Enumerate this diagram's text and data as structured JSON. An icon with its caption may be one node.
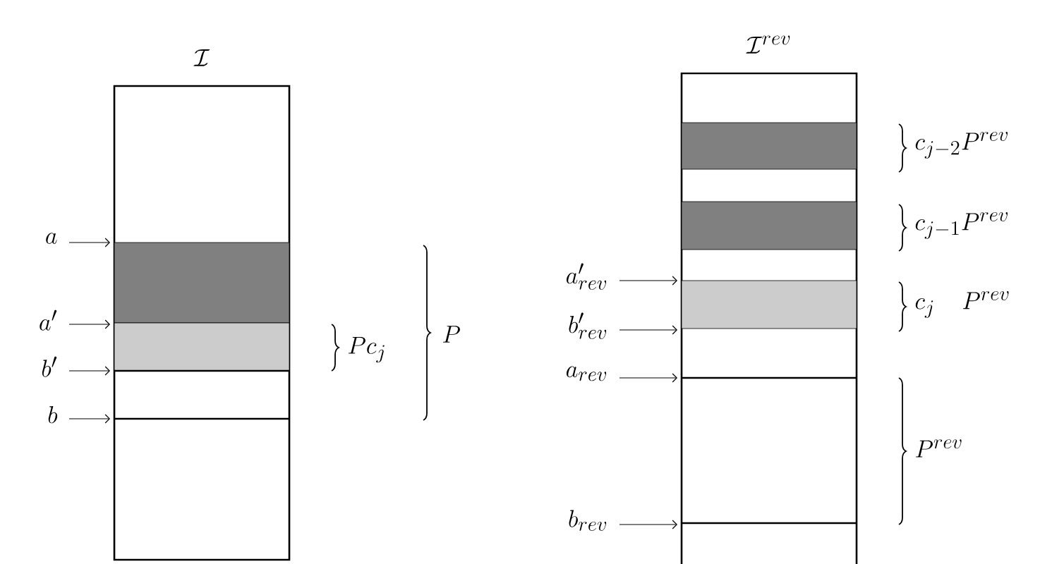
{
  "diagram": {
    "nodes": [
      {
        "text": [
          "\\mathcal{I}"
        ]
      },
      {
        "text": [],
        "shape": "bar",
        "in": 0
      },
      {
        "text": [],
        "shape": "bar",
        "in": 0
      },
      {
        "text": [
          "\\mathcal{I}^{rev}"
        ]
      },
      {
        "text": [],
        "shape": "bar",
        "in": 3
      },
      {
        "text": [],
        "shape": "bar",
        "in": 3
      },
      {
        "text": [],
        "shape": "bar",
        "in": 3
      },
      {
        "text": [
          "a"
        ]
      },
      {
        "text": [
          "a'"
        ]
      },
      {
        "text": [
          "b'"
        ]
      },
      {
        "text": [
          "b"
        ]
      },
      {
        "text": [
          "a'_{rev}"
        ]
      },
      {
        "text": [
          "b'_{rev}"
        ]
      },
      {
        "text": [
          "a_{rev}"
        ]
      },
      {
        "text": [
          "b_{rev}"
        ]
      }
    ],
    "edges": [
      {
        "from": 7,
        "to": 0,
        "arrow": "to"
      },
      {
        "from": 8,
        "to": 0,
        "arrow": "to"
      },
      {
        "from": 9,
        "to": 0,
        "arrow": "to"
      },
      {
        "from": 10,
        "to": 0,
        "arrow": "to"
      },
      {
        "from": 11,
        "to": 3,
        "arrow": "to"
      },
      {
        "from": 12,
        "to": 3,
        "arrow": "to"
      },
      {
        "from": 13,
        "to": 3,
        "arrow": "to"
      },
      {
        "from": 14,
        "to": 3,
        "arrow": "to"
      }
    ],
    "labels": [
      "Pc_j",
      "P",
      "c_{j-2}P^{rev}",
      "c_{j-1}P^{rev}",
      "c_j\\quad P^{rev}",
      "P^{rev}"
    ]
  }
}
